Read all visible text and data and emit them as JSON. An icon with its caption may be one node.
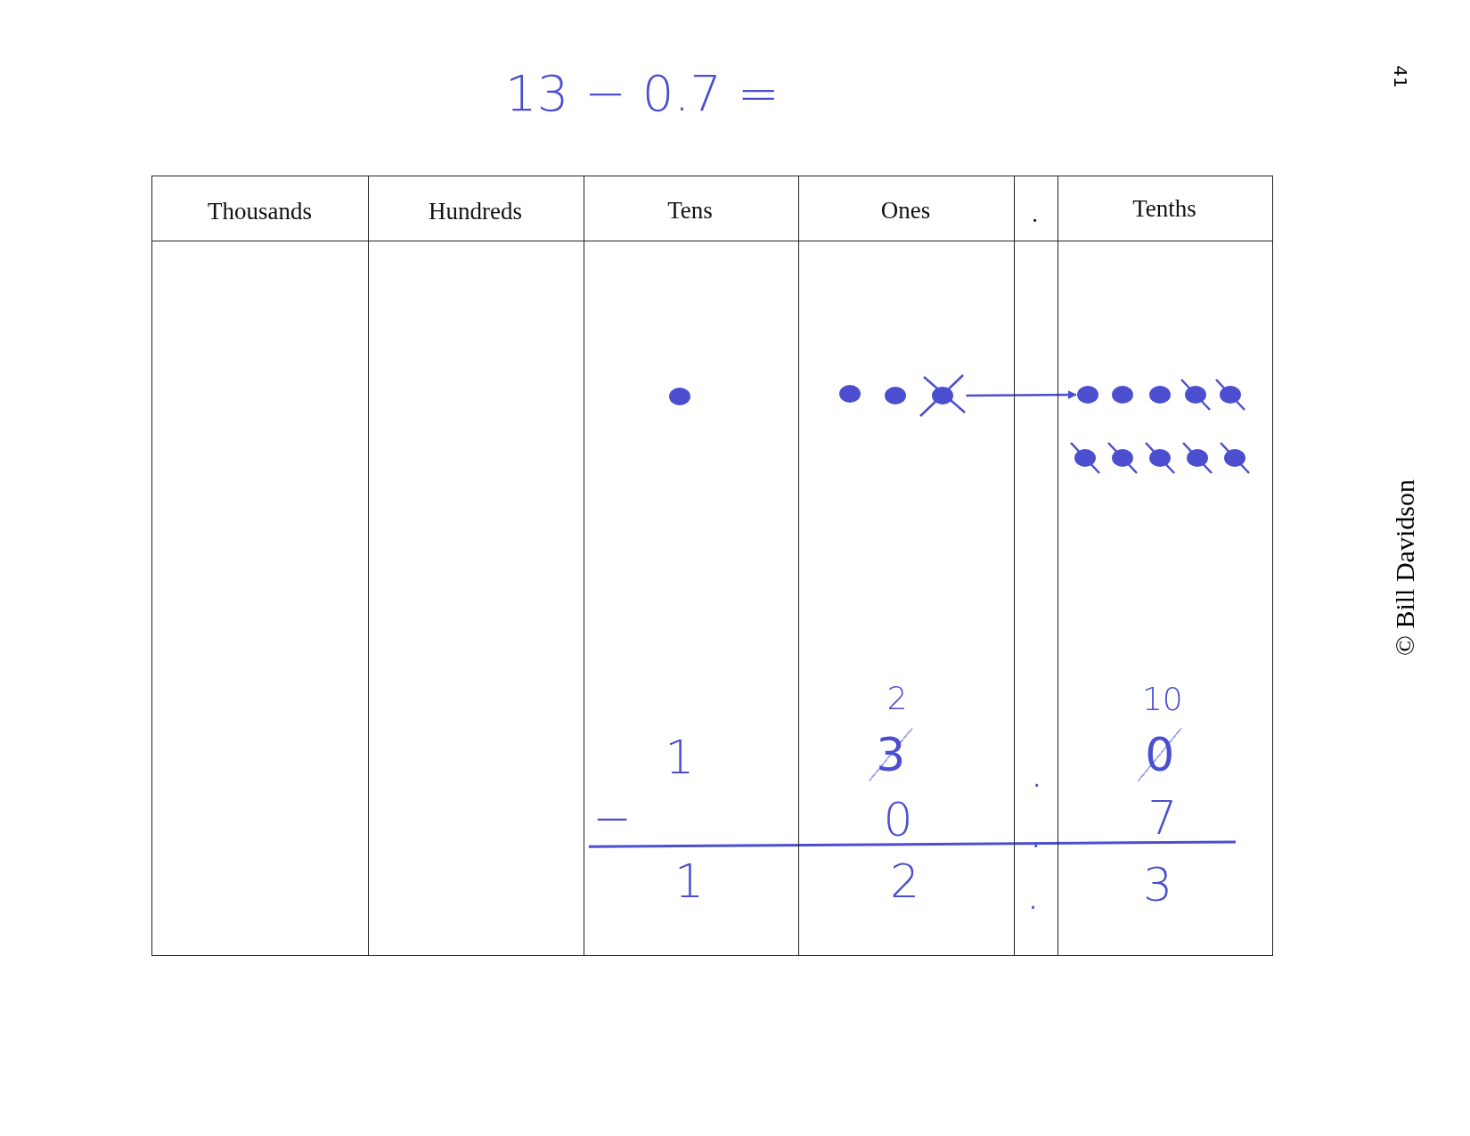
{
  "diagram": {
    "title": "13 − 0.7 =",
    "nodes": [
      {
        "text": [],
        "shape": "circle"
      },
      {
        "text": [],
        "shape": "circle"
      },
      {
        "text": [],
        "shape": "circle"
      },
      {
        "text": [],
        "shape": "circle"
      },
      {
        "text": [],
        "shape": "circle"
      },
      {
        "text": [],
        "shape": "circle"
      },
      {
        "text": [],
        "shape": "circle"
      },
      {
        "text": [],
        "shape": "circle"
      },
      {
        "text": [],
        "shape": "circle"
      },
      {
        "text": [],
        "shape": "circle"
      },
      {
        "text": [],
        "shape": "circle"
      },
      {
        "text": [],
        "shape": "circle"
      },
      {
        "text": [],
        "shape": "circle"
      },
      {
        "text": [],
        "shape": "circle"
      }
    ],
    "edges": [
      {
        "from": 3,
        "to": 4,
        "arrow": "to"
      }
    ],
    "labels": [
      "41",
      "Thousands",
      "Hundreds",
      "Tens",
      "Ones",
      ".",
      "Tenths",
      "2",
      "10",
      "1",
      "3",
      ".",
      "0",
      "−",
      "0",
      ".",
      "7",
      "1",
      "2",
      ".",
      "3",
      "© Bill Davidson"
    ]
  }
}
